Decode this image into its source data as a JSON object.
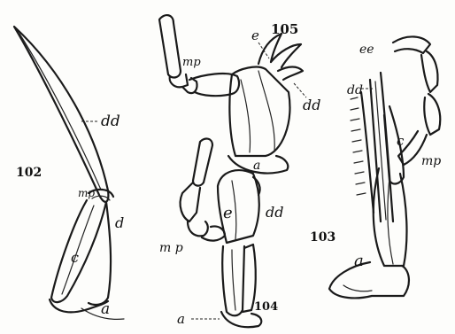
{
  "figures": [
    {
      "number": "102",
      "labels": {
        "dd": "dd",
        "mp": "mp",
        "d": "d",
        "c": "c",
        "a": "a"
      }
    },
    {
      "number": "103",
      "labels": {
        "ee": "ee",
        "dd": "dd",
        "c": "c",
        "mp": "mp",
        "a": "a"
      }
    },
    {
      "number": "104",
      "labels": {
        "e": "e",
        "dd": "dd",
        "mp": "m p",
        "a": "a"
      }
    },
    {
      "number": "105",
      "labels": {
        "e": "e",
        "mp": "mp",
        "dd": "dd",
        "a": "a"
      }
    }
  ]
}
